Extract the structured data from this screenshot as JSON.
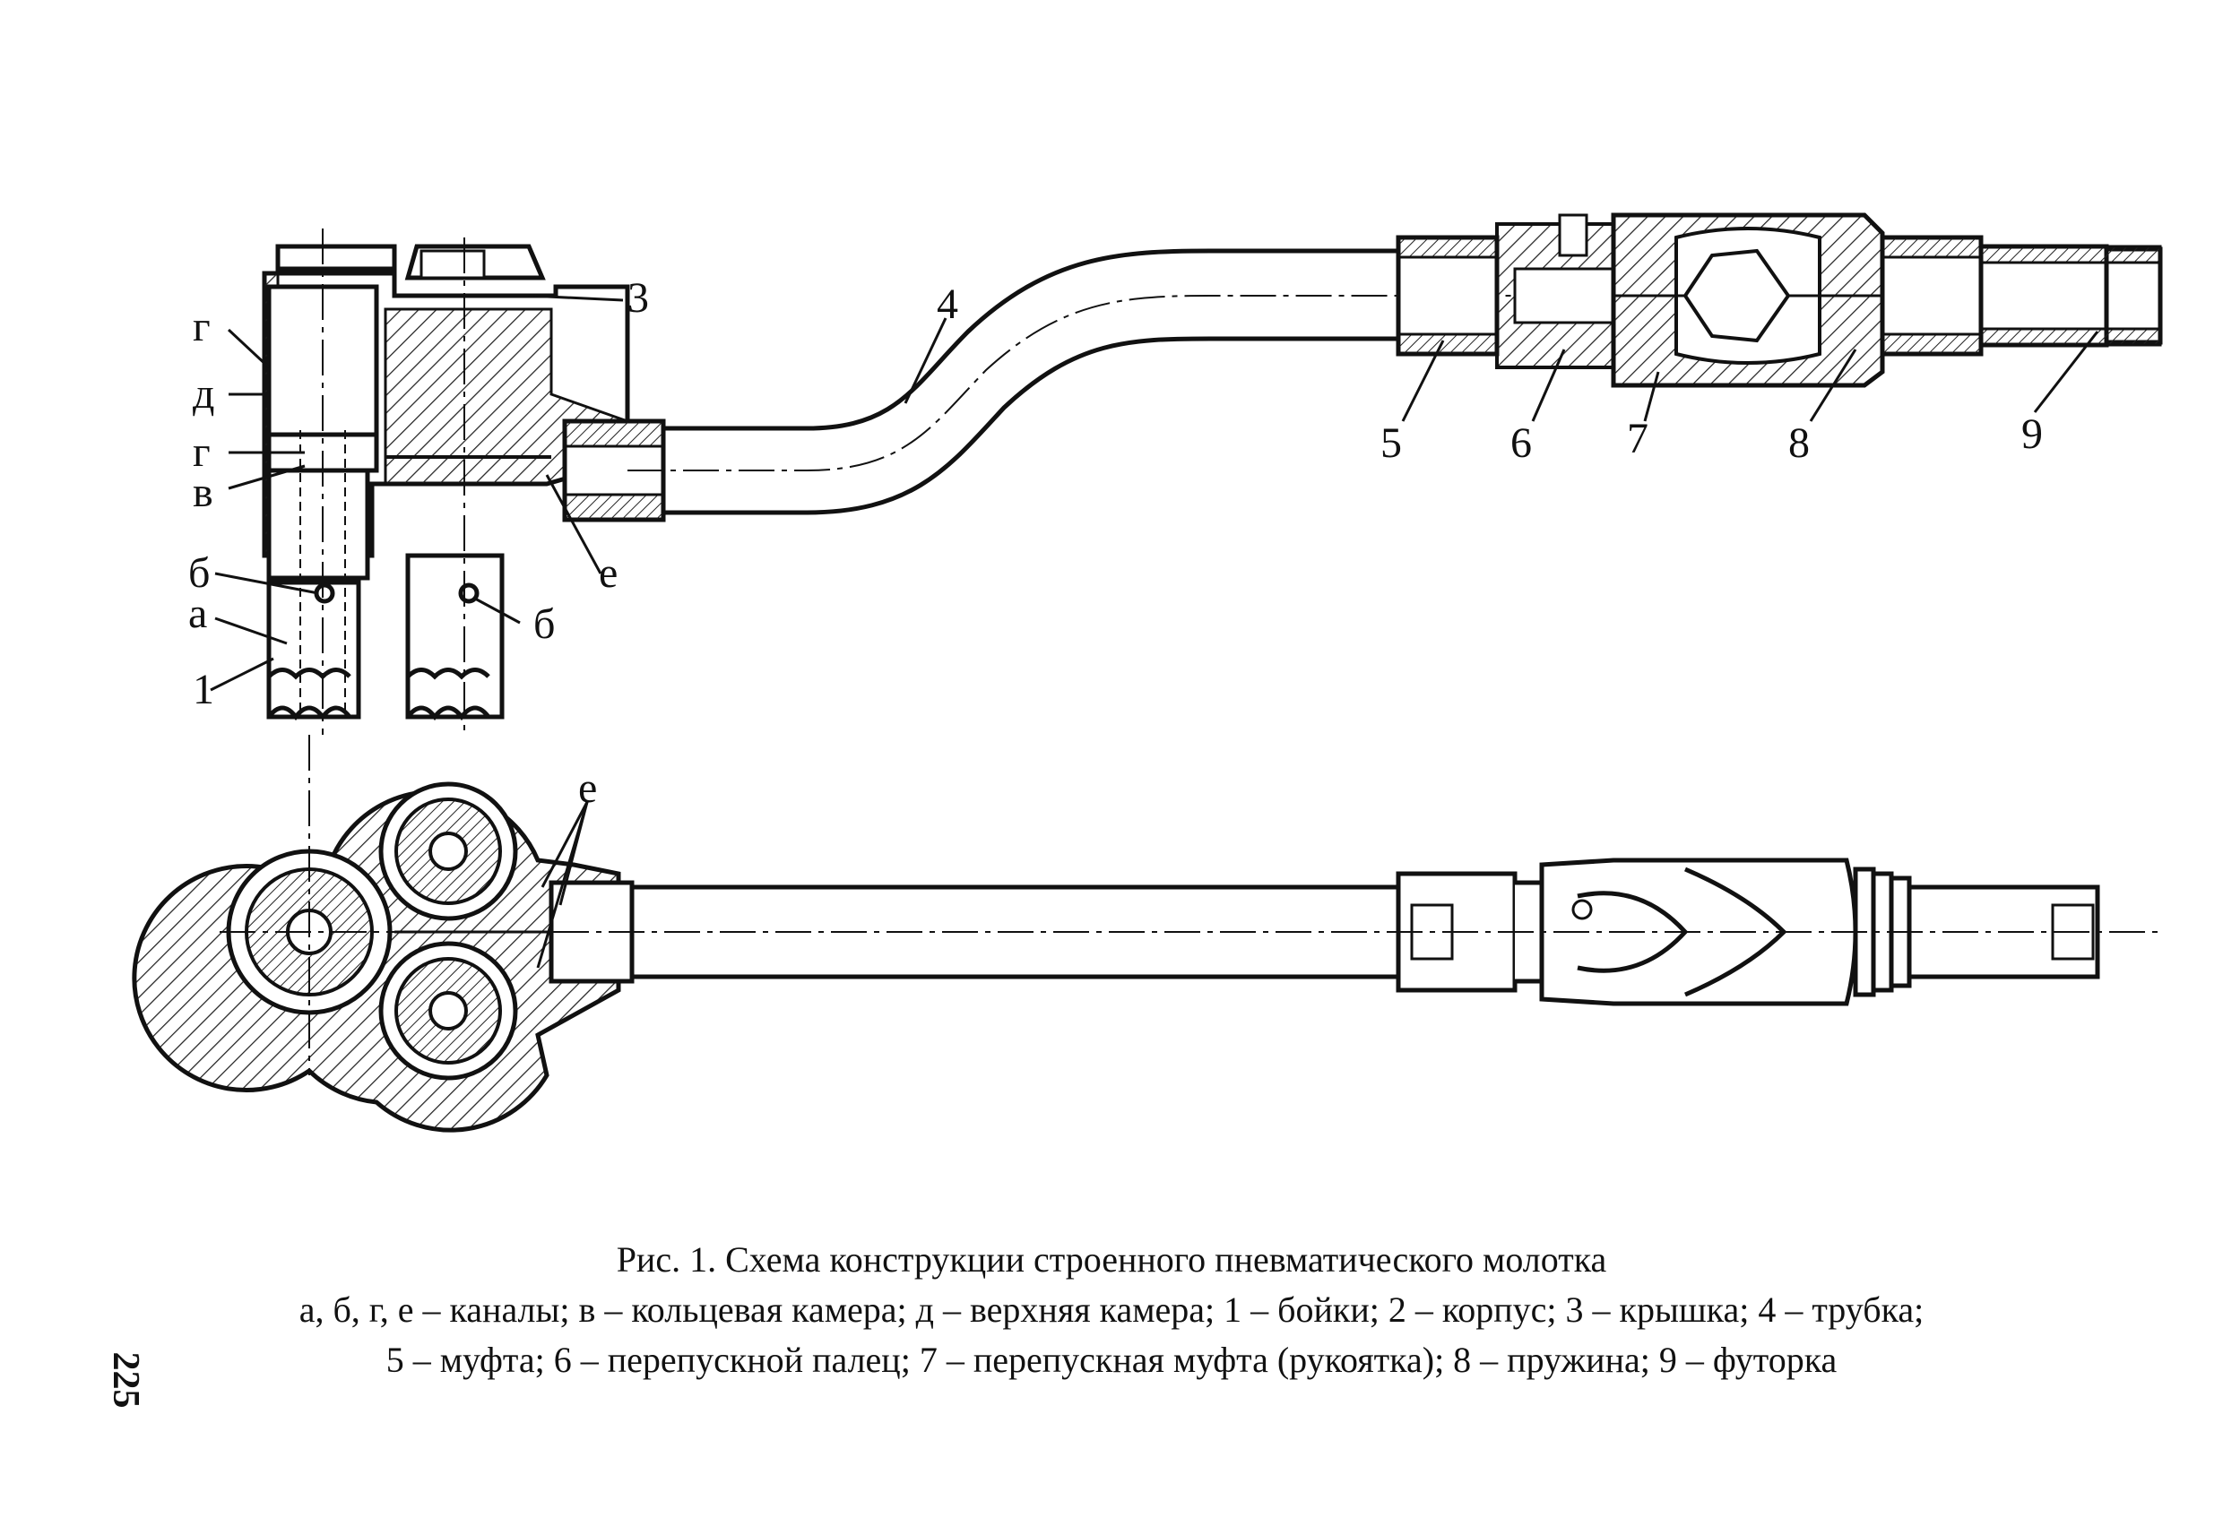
{
  "figure": {
    "title": "Рис. 1. Схема конструкции строенного пневматического молотка",
    "caption_line1": "а, б, г, е – каналы; в – кольцевая камера; д – верхняя камера; 1 – бойки; 2 – корпус; 3 – крышка; 4 – трубка;",
    "caption_line2": "5 – муфта; 6 – перепускной палец; 7 – перепускная муфта (рукоятка); 8 – пружина; 9 – футорка"
  },
  "page_number": "225",
  "labels": {
    "g_top": "г",
    "d": "д",
    "g_mid": "г",
    "v": "в",
    "b_left": "б",
    "a": "а",
    "one": "1",
    "b_right": "б",
    "e_side": "е",
    "three": "3",
    "four": "4",
    "five": "5",
    "six": "6",
    "seven": "7",
    "eight": "8",
    "nine": "9",
    "e_plan": "е"
  }
}
